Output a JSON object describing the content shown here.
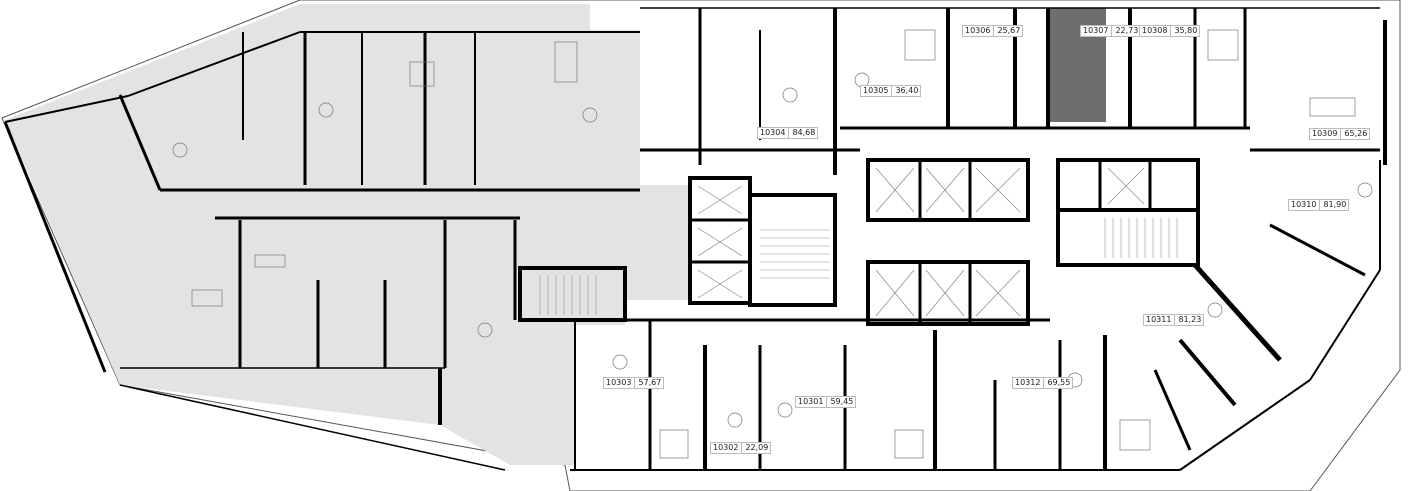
{
  "floor_plan": {
    "colors": {
      "sold_fill": "#e3e3e3",
      "selected_fill": "#6e6e6e",
      "wall": "#000000",
      "background": "#ffffff",
      "label_border": "#bbbbbb"
    },
    "selected_unit": "10307",
    "units": [
      {
        "id": "10301",
        "area": "59,45"
      },
      {
        "id": "10302",
        "area": "22,09"
      },
      {
        "id": "10303",
        "area": "57,67"
      },
      {
        "id": "10304",
        "area": "84,68"
      },
      {
        "id": "10305",
        "area": "36,40"
      },
      {
        "id": "10306",
        "area": "25,67"
      },
      {
        "id": "10307",
        "area": "22,73"
      },
      {
        "id": "10308",
        "area": "35,80"
      },
      {
        "id": "10309",
        "area": "65,26"
      },
      {
        "id": "10310",
        "area": "81,90"
      },
      {
        "id": "10311",
        "area": "81,23"
      },
      {
        "id": "10312",
        "area": "69,55"
      }
    ]
  }
}
